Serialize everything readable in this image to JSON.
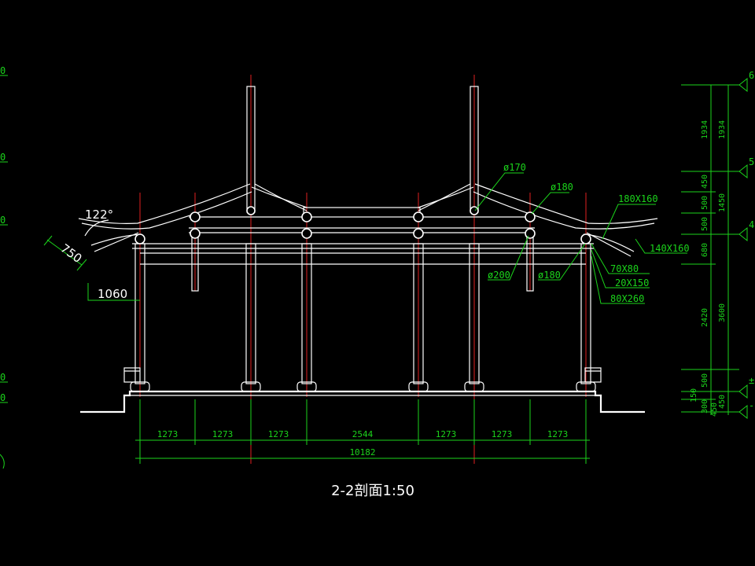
{
  "drawing": {
    "title": "2-2剖面1:50",
    "bottom_dims": [
      "1273",
      "1273",
      "1273",
      "2544",
      "1273",
      "1273",
      "1273"
    ],
    "total_dim": "10182",
    "right_dims_inner": [
      "1934",
      "450",
      "500",
      "500",
      "680",
      "2420",
      "500",
      "150",
      "300"
    ],
    "right_dims_outer": [
      "1934",
      "1450",
      "3600",
      "450",
      "450"
    ],
    "annotations": {
      "angle": "122°",
      "eave_len": "750",
      "eave_offset": "1060",
      "d170": "ø170",
      "d180_top": "ø180",
      "d200": "ø200",
      "d180_bot": "ø180",
      "beam_180x160": "180X160",
      "beam_140x160": "140X160",
      "beam_70x80": "70X80",
      "beam_20x150": "20X150",
      "beam_80x260": "80X260"
    },
    "left_edge_marks": [
      "0",
      "0",
      "0",
      "0",
      "0"
    ],
    "right_edge_marks": [
      "6",
      "5",
      "4",
      "±",
      "-"
    ]
  },
  "colors": {
    "background": "#000000",
    "lines": "#ffffff",
    "dimensions": "#1bd41b",
    "axes": "#e02020"
  }
}
